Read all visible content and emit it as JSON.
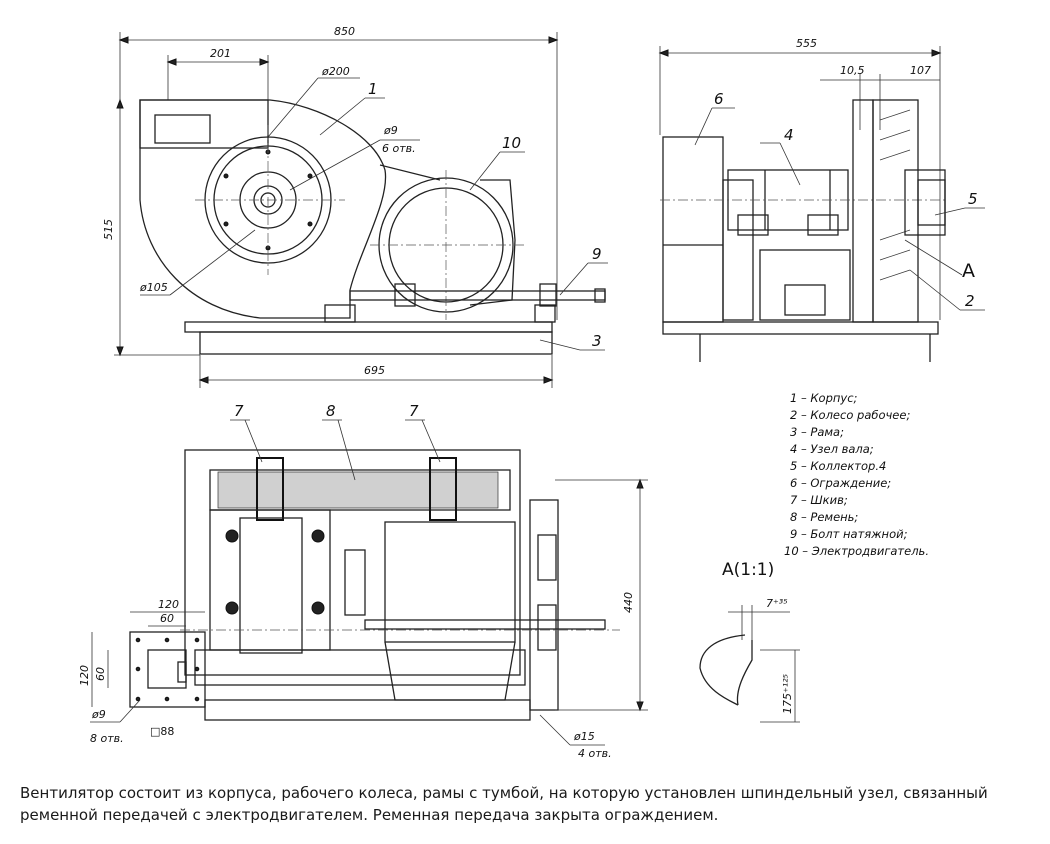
{
  "dimensions": {
    "overall_width": "850",
    "outlet_offset": "201",
    "collar_diameter": "ø200",
    "height": "515",
    "hole_diameter": "ø9",
    "hole_count": "6 отв.",
    "bolt_circle": "ø105",
    "frame_length": "695",
    "side_width": "555",
    "side_gap": "10,5",
    "side_collector": "107",
    "plan_depth": "440",
    "flange_outer": "120",
    "flange_inner": "60",
    "flange_outer_v": "120",
    "flange_inner_v": "60",
    "flange_hole": "ø9",
    "flange_hole_count": "8 отв.",
    "flange_square": "□88",
    "foot_hole": "ø15",
    "foot_hole_count": "4 отв.",
    "detail_gap": "7⁺³⁵",
    "detail_depth": "175⁺¹²⁵"
  },
  "callouts": {
    "c1": "1",
    "c2": "2",
    "c3": "3",
    "c4": "4",
    "c5": "5",
    "c6": "6",
    "c7a": "7",
    "c7b": "7",
    "c8": "8",
    "c9": "9",
    "c10": "10",
    "view_a": "A",
    "detail_a": "A(1:1)"
  },
  "legend": [
    "1 – Корпус;",
    "2 – Колесо рабочее;",
    "3 – Рама;",
    "4 – Узел вала;",
    "5 – Коллектор.4",
    "6 – Ограждение;",
    "7 – Шкив;",
    "8 – Ремень;",
    "9 – Болт натяжной;",
    "10 – Электродвигатель."
  ],
  "caption": "Вентилятор состоит из корпуса, рабочего колеса, рамы с тумбой, на которую установлен шпиндельный узел, связанный ременной передачей с электродвигателем. Ременная передача закрыта ограждением."
}
